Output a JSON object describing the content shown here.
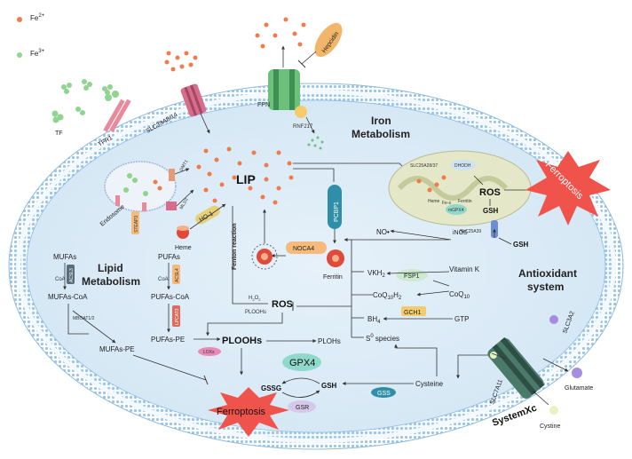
{
  "legend": {
    "fe2": "Fe2+",
    "fe2_base": "Fe",
    "fe2_sup": "2+",
    "fe3_base": "Fe",
    "fe3_sup": "3+"
  },
  "colors": {
    "fe2": "#f07c4a",
    "fe3": "#8fd48f",
    "membrane": "#cfe3f5",
    "cytoplasm": "#dcebf7",
    "mitochondria": "#e4e8c8",
    "burst": "#f0534b",
    "gpx4": "#8fd9cb"
  },
  "labels": {
    "tf": "TF",
    "tfr1": "TFR1",
    "slc39a": "SLC39A8/14",
    "fpn": "FPN",
    "hepcidin": "Hepcidin",
    "rnf217": "RNF217",
    "iron_metabolism_1": "Iron",
    "iron_metabolism_2": "Metabolism",
    "slc25a": "SLC25A28/37",
    "ferroptosis_top": "Ferroptosis",
    "dmt1": "DMT1",
    "mcoln1": "ML1/2",
    "steap3": "STEAP3",
    "endosome": "Endosome",
    "lip": "LIP",
    "pcbp1": "PCBP1",
    "heme": "Heme",
    "ho1": "HO-1",
    "fenton": "Fenton reaction",
    "ncoa4": "NOCA4",
    "ferritin": "Ferritin",
    "dhodh": "DHODH",
    "ros_mito": "ROS",
    "gsh_mito": "GSH",
    "mgpx4": "mGPX4",
    "fe_s": "Fe-s",
    "mito_heme": "Heme",
    "mito_ferritin": "Ferritin",
    "slc25a39": "SLC25A39",
    "gsh_right": "GSH",
    "no": "NO•",
    "inos": "iNOS",
    "vkh2": "VKH",
    "vkh2_sub": "2",
    "fsp1": "FSP1",
    "vitk": "Vitamin K",
    "coq10h2": "CoQ",
    "coq10h2_sub": "10",
    "coq10h2_sub2": "H",
    "coq10h2_sub3": "2",
    "coq10": "CoQ",
    "coq10_sub": "10",
    "bh4": "BH",
    "bh4_sub": "4",
    "gch1": "GCH1",
    "gtp": "GTP",
    "s0": "S",
    "s0_sup": "0",
    "s0_species": " species",
    "antioxidant_1": "Antioxidant",
    "antioxidant_2": "system",
    "mufas": "MUFAs",
    "acsl3": "ACSL3",
    "coa_1": "CoA",
    "mufas_coa": "MUFAs-CoA",
    "lipid_1": "Lipid",
    "lipid_2": "Metabolism",
    "pufas": "PUFAs",
    "acsl4": "ACSL4",
    "coa_2": "CoA",
    "pufas_coa": "PUFAs-CoA",
    "lpcat3": "LPCAT3",
    "mboat": "MBOAT1/2",
    "mufas_pe": "MUFAs-PE",
    "pufas_pe": "PUFAs-PE",
    "loxs": "LOXs",
    "ploohs": "PLOOHs",
    "plohs": "PLOHs",
    "h2o2": "H",
    "h2o2_sub": "2",
    "h2o2_o": "O",
    "h2o2_sub2": "2",
    "plooh_small": "PLOOHs",
    "ros_center": "ROS",
    "gpx4": "GPX4",
    "gssg": "GSSG",
    "gsh_center": "GSH",
    "gsr": "GSR",
    "gss": "GSS",
    "cysteine": "Cysteine",
    "ferroptosis_bottom": "Ferroptosis",
    "slc3a2": "SLC3A2",
    "slc7a11": "SLC7A11",
    "systemxc": "SystemXc",
    "glutamate": "Glutamate",
    "cystine": "Cystine"
  }
}
